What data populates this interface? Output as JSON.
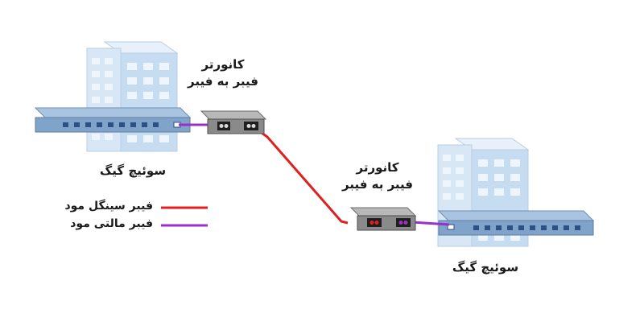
{
  "converter_left": {
    "line1": "کانورتر",
    "line2": "فیبر به فیبر"
  },
  "converter_right": {
    "line1": "کانورتر",
    "line2": "فیبر به فیبر"
  },
  "switch_left": {
    "label": "سوئیچ گیگ"
  },
  "switch_right": {
    "label": "سوئیچ گیگ"
  },
  "legend": {
    "single_mode": {
      "label": "فیبر سینگل مود",
      "color": "#e02020"
    },
    "multi_mode": {
      "label": "فیبر مالتی مود",
      "color": "#9b30c8"
    }
  },
  "colors": {
    "building": "#cfe1f3",
    "switch": "#7fa3c9",
    "converter": "#8a8a8a"
  }
}
